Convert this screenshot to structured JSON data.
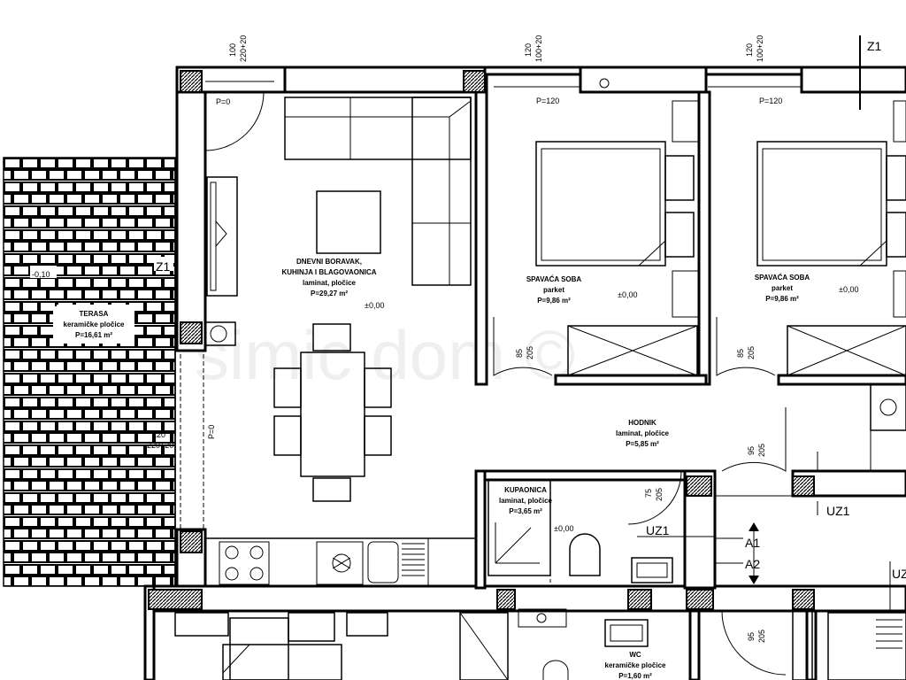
{
  "watermark": "simic dom ©",
  "dimensions": {
    "top_left_a": "100",
    "top_left_b": "220+20",
    "top_mid_a": "120",
    "top_mid_b": "100+20",
    "top_right_a": "120",
    "top_right_b": "100+20",
    "terrace_a": "220",
    "terrace_b": "220+20",
    "door_bed1_a": "85",
    "door_bed1_b": "205",
    "door_bed2_a": "85",
    "door_bed2_b": "205",
    "door_hall_a": "95",
    "door_hall_b": "205",
    "door_kitchen_a": "75",
    "door_kitchen_b": "205",
    "door_lower_a": "95",
    "door_lower_b": "205"
  },
  "parapets": {
    "living": "P=0",
    "bedroom1": "P=120",
    "bedroom2": "P=120",
    "terrace": "P=0"
  },
  "levels": {
    "terrace": "-0,10",
    "living": "±0,00",
    "bedroom1": "±0,00",
    "bedroom2": "±0,00",
    "storage": "±0,00"
  },
  "rooms": {
    "living": {
      "l1": "DNEVNI BORAVAK,",
      "l2": "KUHINJA I BLAGOVAONICA",
      "l3": "laminat, pločice",
      "l4": "P=29,27 m²"
    },
    "terrace": {
      "l1": "TERASA",
      "l2": "keramičke pločice",
      "l3": "P=16,61 m²"
    },
    "bedroom1": {
      "l1": "SPAVAĆA SOBA",
      "l2": "parket",
      "l3": "P=9,86 m²"
    },
    "bedroom2": {
      "l1": "SPAVAĆA SOBA",
      "l2": "parket",
      "l3": "P=9,86 m²"
    },
    "hall": {
      "l1": "HODNIK",
      "l2": "laminat, pločice",
      "l3": "P=5,85 m²"
    },
    "storage": {
      "l1": "KUPAONICA",
      "l2": "laminat, pločice",
      "l3": "P=3,65 m²"
    },
    "wc": {
      "l1": "WC",
      "l2": "keramičke pločice",
      "l3": "P=1,60 m²"
    }
  },
  "sections": {
    "z1_top": "Z1",
    "z1_left": "Z1",
    "uz1_mid": "UZ1",
    "uz1_right": "UZ1",
    "a1": "A1",
    "a2": "A2",
    "uz_edge": "UZ"
  }
}
